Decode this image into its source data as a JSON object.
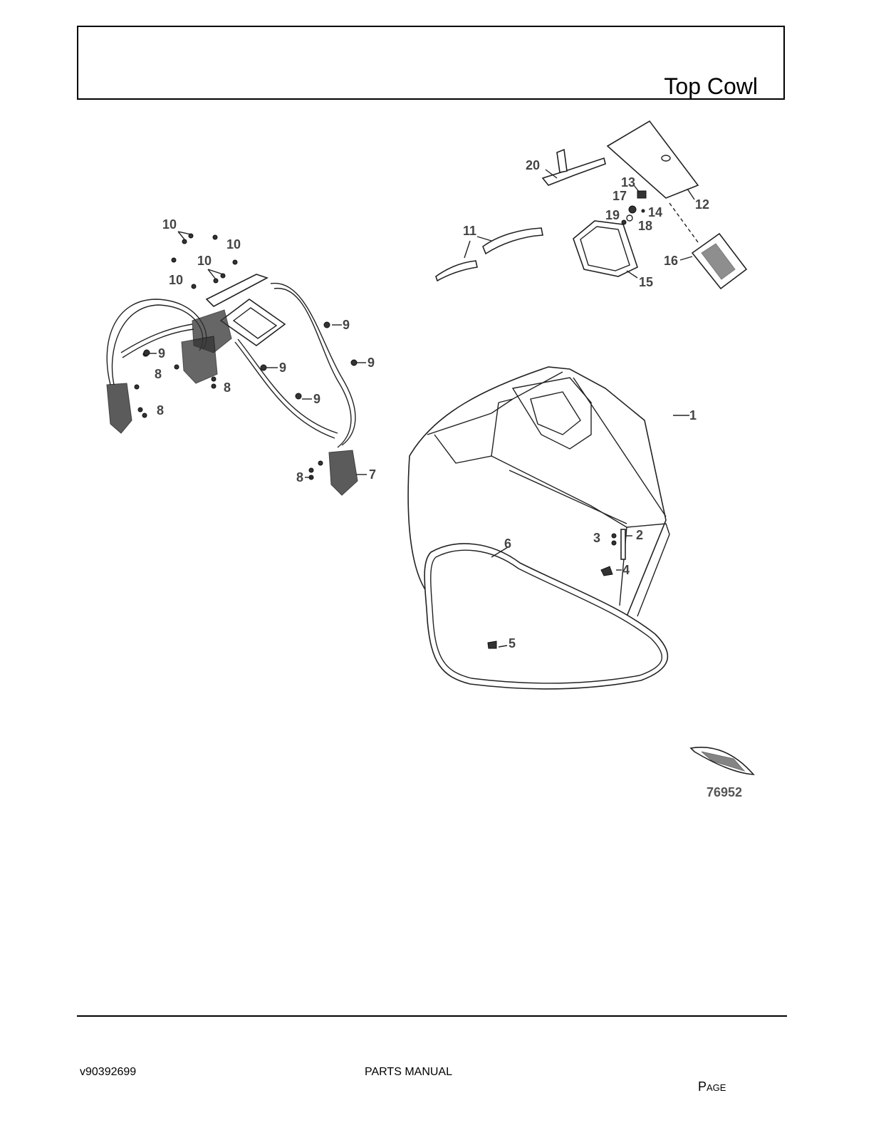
{
  "header": {
    "title": "Top Cowl"
  },
  "diagram": {
    "callouts": [
      "1",
      "2",
      "3",
      "4",
      "5",
      "6",
      "7",
      "8",
      "8",
      "8",
      "8",
      "9",
      "9",
      "9",
      "9",
      "9",
      "10",
      "10",
      "10",
      "10",
      "11",
      "12",
      "13",
      "14",
      "15",
      "16",
      "17",
      "18",
      "19",
      "20"
    ],
    "reference_number": "76952"
  },
  "footer": {
    "doc_number": "v90392699",
    "manual_label": "PARTS MANUAL",
    "page_label": "Page"
  }
}
